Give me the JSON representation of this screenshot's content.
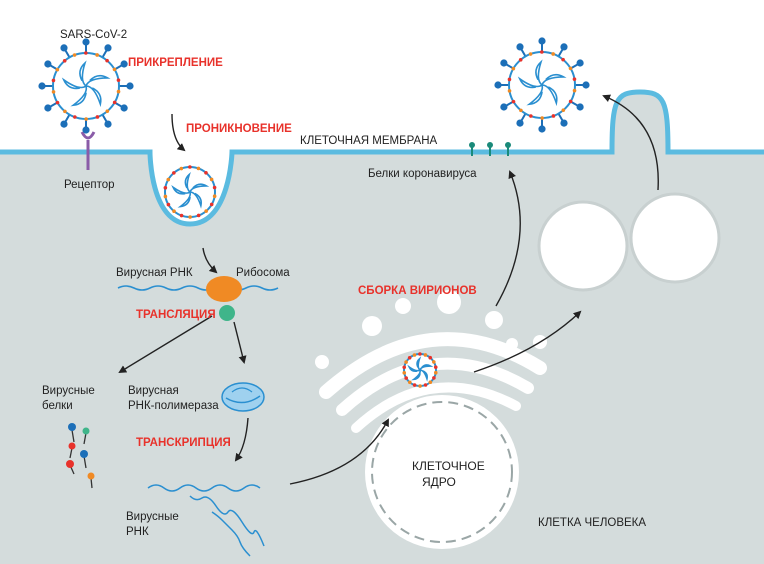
{
  "labels": {
    "virus_name": "SARS-CoV-2",
    "attachment": "ПРИКРЕПЛЕНИЕ",
    "penetration": "ПРОНИКНОВЕНИЕ",
    "cell_membrane": "КЛЕТОЧНАЯ МЕМБРАНА",
    "receptor": "Рецептор",
    "coronavirus_proteins": "Белки коронавируса",
    "viral_rna": "Вирусная РНК",
    "ribosome": "Рибосома",
    "translation": "ТРАНСЛЯЦИЯ",
    "virion_assembly": "СБОРКА ВИРИОНОВ",
    "viral_proteins_1": "Вирусные",
    "viral_proteins_2": "белки",
    "polymerase_1": "Вирусная",
    "polymerase_2": "РНК-полимераза",
    "transcription": "ТРАНСКРИПЦИЯ",
    "nucleus_1": "КЛЕТОЧНОЕ",
    "nucleus_2": "ЯДРО",
    "viral_rnas_1": "Вирусные",
    "viral_rnas_2": "РНК",
    "human_cell": "КЛЕТКА ЧЕЛОВЕКА"
  },
  "colors": {
    "cytoplasm": "#d4dcdc",
    "membrane": "#5bbbe0",
    "rna": "#2a8fd0",
    "spike": "#1c6fb8",
    "accent_red": "#e8322b",
    "ribosome_top": "#f08a24",
    "ribosome_bottom": "#3fb58a",
    "receptor": "#8a5ca8"
  }
}
